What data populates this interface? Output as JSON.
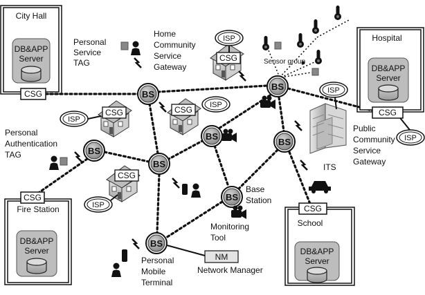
{
  "facilities": {
    "city_hall": "City Hall",
    "hospital": "Hospital",
    "fire_station": "Fire Station",
    "school": "School",
    "server_label_line1": "DB&APP",
    "server_label_line2": "Server"
  },
  "labels": {
    "personal_service_tag": [
      "Personal",
      "Service",
      "TAG"
    ],
    "home_gateway": [
      "Home",
      "Community",
      "Service",
      "Gateway"
    ],
    "sensor_group": "Sensor group",
    "personal_auth_tag": [
      "Personal",
      "Authentication",
      "TAG"
    ],
    "public_gateway": [
      "Public",
      "Community",
      "Service",
      "Gateway"
    ],
    "its": "ITS",
    "base_station": [
      "Base",
      "Station"
    ],
    "monitoring_tool": [
      "Monitoring",
      "Tool"
    ],
    "personal_mobile_terminal": [
      "Personal",
      "Mobile",
      "Terminal"
    ],
    "network_manager": "Network Manager"
  },
  "node_text": {
    "bs": "BS",
    "isp": "ISP",
    "csg": "CSG",
    "nm": "NM"
  }
}
